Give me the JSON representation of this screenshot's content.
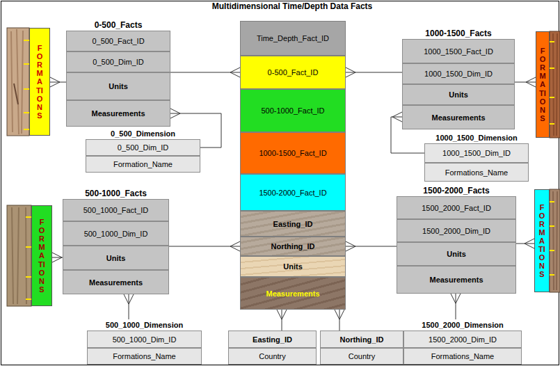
{
  "diagram": {
    "title": "Multidimensional Time/Depth Data Facts",
    "nodes": [
      {
        "text": [
          "Time_Depth_Fact_ID"
        ]
      },
      {
        "text": [
          "0-500_Fact_ID"
        ]
      },
      {
        "text": [
          "500-1000_Fact_ID"
        ]
      },
      {
        "text": [
          "1000-1500_Fact_ID"
        ]
      },
      {
        "text": [
          "1500-2000_Fact_ID"
        ]
      },
      {
        "text": [
          "Easting_ID"
        ]
      },
      {
        "text": [
          "Northing_ID"
        ]
      },
      {
        "text": [
          "Units"
        ]
      },
      {
        "text": [
          "Measurements"
        ]
      },
      {
        "text": [
          "0-500_Facts"
        ]
      },
      {
        "text": [
          "0_500_Fact_ID"
        ],
        "in": 9
      },
      {
        "text": [
          "0_500_Dim_ID"
        ],
        "in": 9
      },
      {
        "text": [
          "Units"
        ],
        "in": 9
      },
      {
        "text": [
          "Measurements"
        ],
        "in": 9
      },
      {
        "text": [
          "0_500_Dimension"
        ]
      },
      {
        "text": [
          "0_500_Dim_ID"
        ],
        "in": 14
      },
      {
        "text": [
          "Formation_Name"
        ],
        "in": 14
      },
      {
        "text": [
          "1000-1500_Facts"
        ]
      },
      {
        "text": [
          "1000_1500_Fact_ID"
        ],
        "in": 17
      },
      {
        "text": [
          "1000_1500_Dim_ID"
        ],
        "in": 17
      },
      {
        "text": [
          "Units"
        ],
        "in": 17
      },
      {
        "text": [
          "Measurements"
        ],
        "in": 17
      },
      {
        "text": [
          "1000_1500_Dimension"
        ]
      },
      {
        "text": [
          "1000_1500_Dim_ID"
        ],
        "in": 22
      },
      {
        "text": [
          "Formations_Name"
        ],
        "in": 22
      },
      {
        "text": [
          "500-1000_Facts"
        ]
      },
      {
        "text": [
          "500_1000_Fact_ID"
        ],
        "in": 25
      },
      {
        "text": [
          "500_1000_Dim_ID"
        ],
        "in": 25
      },
      {
        "text": [
          "Units"
        ],
        "in": 25
      },
      {
        "text": [
          "Measurements"
        ],
        "in": 25
      },
      {
        "text": [
          "500_1000_Dimension"
        ]
      },
      {
        "text": [
          "500_1000_Dim_ID"
        ],
        "in": 30
      },
      {
        "text": [
          "Formations_Name"
        ],
        "in": 30
      },
      {
        "text": [
          "1500-2000_Facts"
        ]
      },
      {
        "text": [
          "1500_2000_Fact_ID"
        ],
        "in": 33
      },
      {
        "text": [
          "1500_2000_Dim_ID"
        ],
        "in": 33
      },
      {
        "text": [
          "Units"
        ],
        "in": 33
      },
      {
        "text": [
          "Measurements"
        ],
        "in": 33
      },
      {
        "text": [
          "1500_2000_Dimension"
        ]
      },
      {
        "text": [
          "1500_2000_Dim_ID"
        ],
        "in": 38
      },
      {
        "text": [
          "Formations_Name"
        ],
        "in": 38
      },
      {
        "text": [
          "Easting_ID"
        ]
      },
      {
        "text": [
          "Country"
        ]
      },
      {
        "text": [
          "Northing_ID"
        ]
      },
      {
        "text": [
          "Country"
        ]
      },
      {
        "text": [
          "FORMATIONS"
        ]
      },
      {
        "text": [
          "FORMATIONS"
        ]
      },
      {
        "text": [
          "FORMATIONS"
        ]
      },
      {
        "text": [
          "FORMATIONS"
        ]
      }
    ],
    "edges": [
      {
        "from": 9,
        "to": 1,
        "arrow": "to"
      },
      {
        "from": 17,
        "to": 1,
        "arrow": "to"
      },
      {
        "from": 25,
        "to": 6,
        "arrow": "to"
      },
      {
        "from": 33,
        "to": 6,
        "arrow": "to"
      },
      {
        "from": 41,
        "to": 8,
        "arrow": "to"
      },
      {
        "from": 43,
        "to": 8,
        "arrow": "to"
      },
      {
        "from": 14,
        "to": 13,
        "arrow": "to"
      },
      {
        "from": 22,
        "to": 21,
        "arrow": "to"
      },
      {
        "from": 30,
        "to": 29,
        "arrow": "to"
      },
      {
        "from": 38,
        "to": 37,
        "arrow": "to"
      },
      {
        "from": 9,
        "to": 45,
        "arrow": "to"
      },
      {
        "from": 17,
        "to": 46,
        "arrow": "to"
      },
      {
        "from": 25,
        "to": 47,
        "arrow": "to"
      },
      {
        "from": 33,
        "to": 48,
        "arrow": "to"
      }
    ]
  }
}
